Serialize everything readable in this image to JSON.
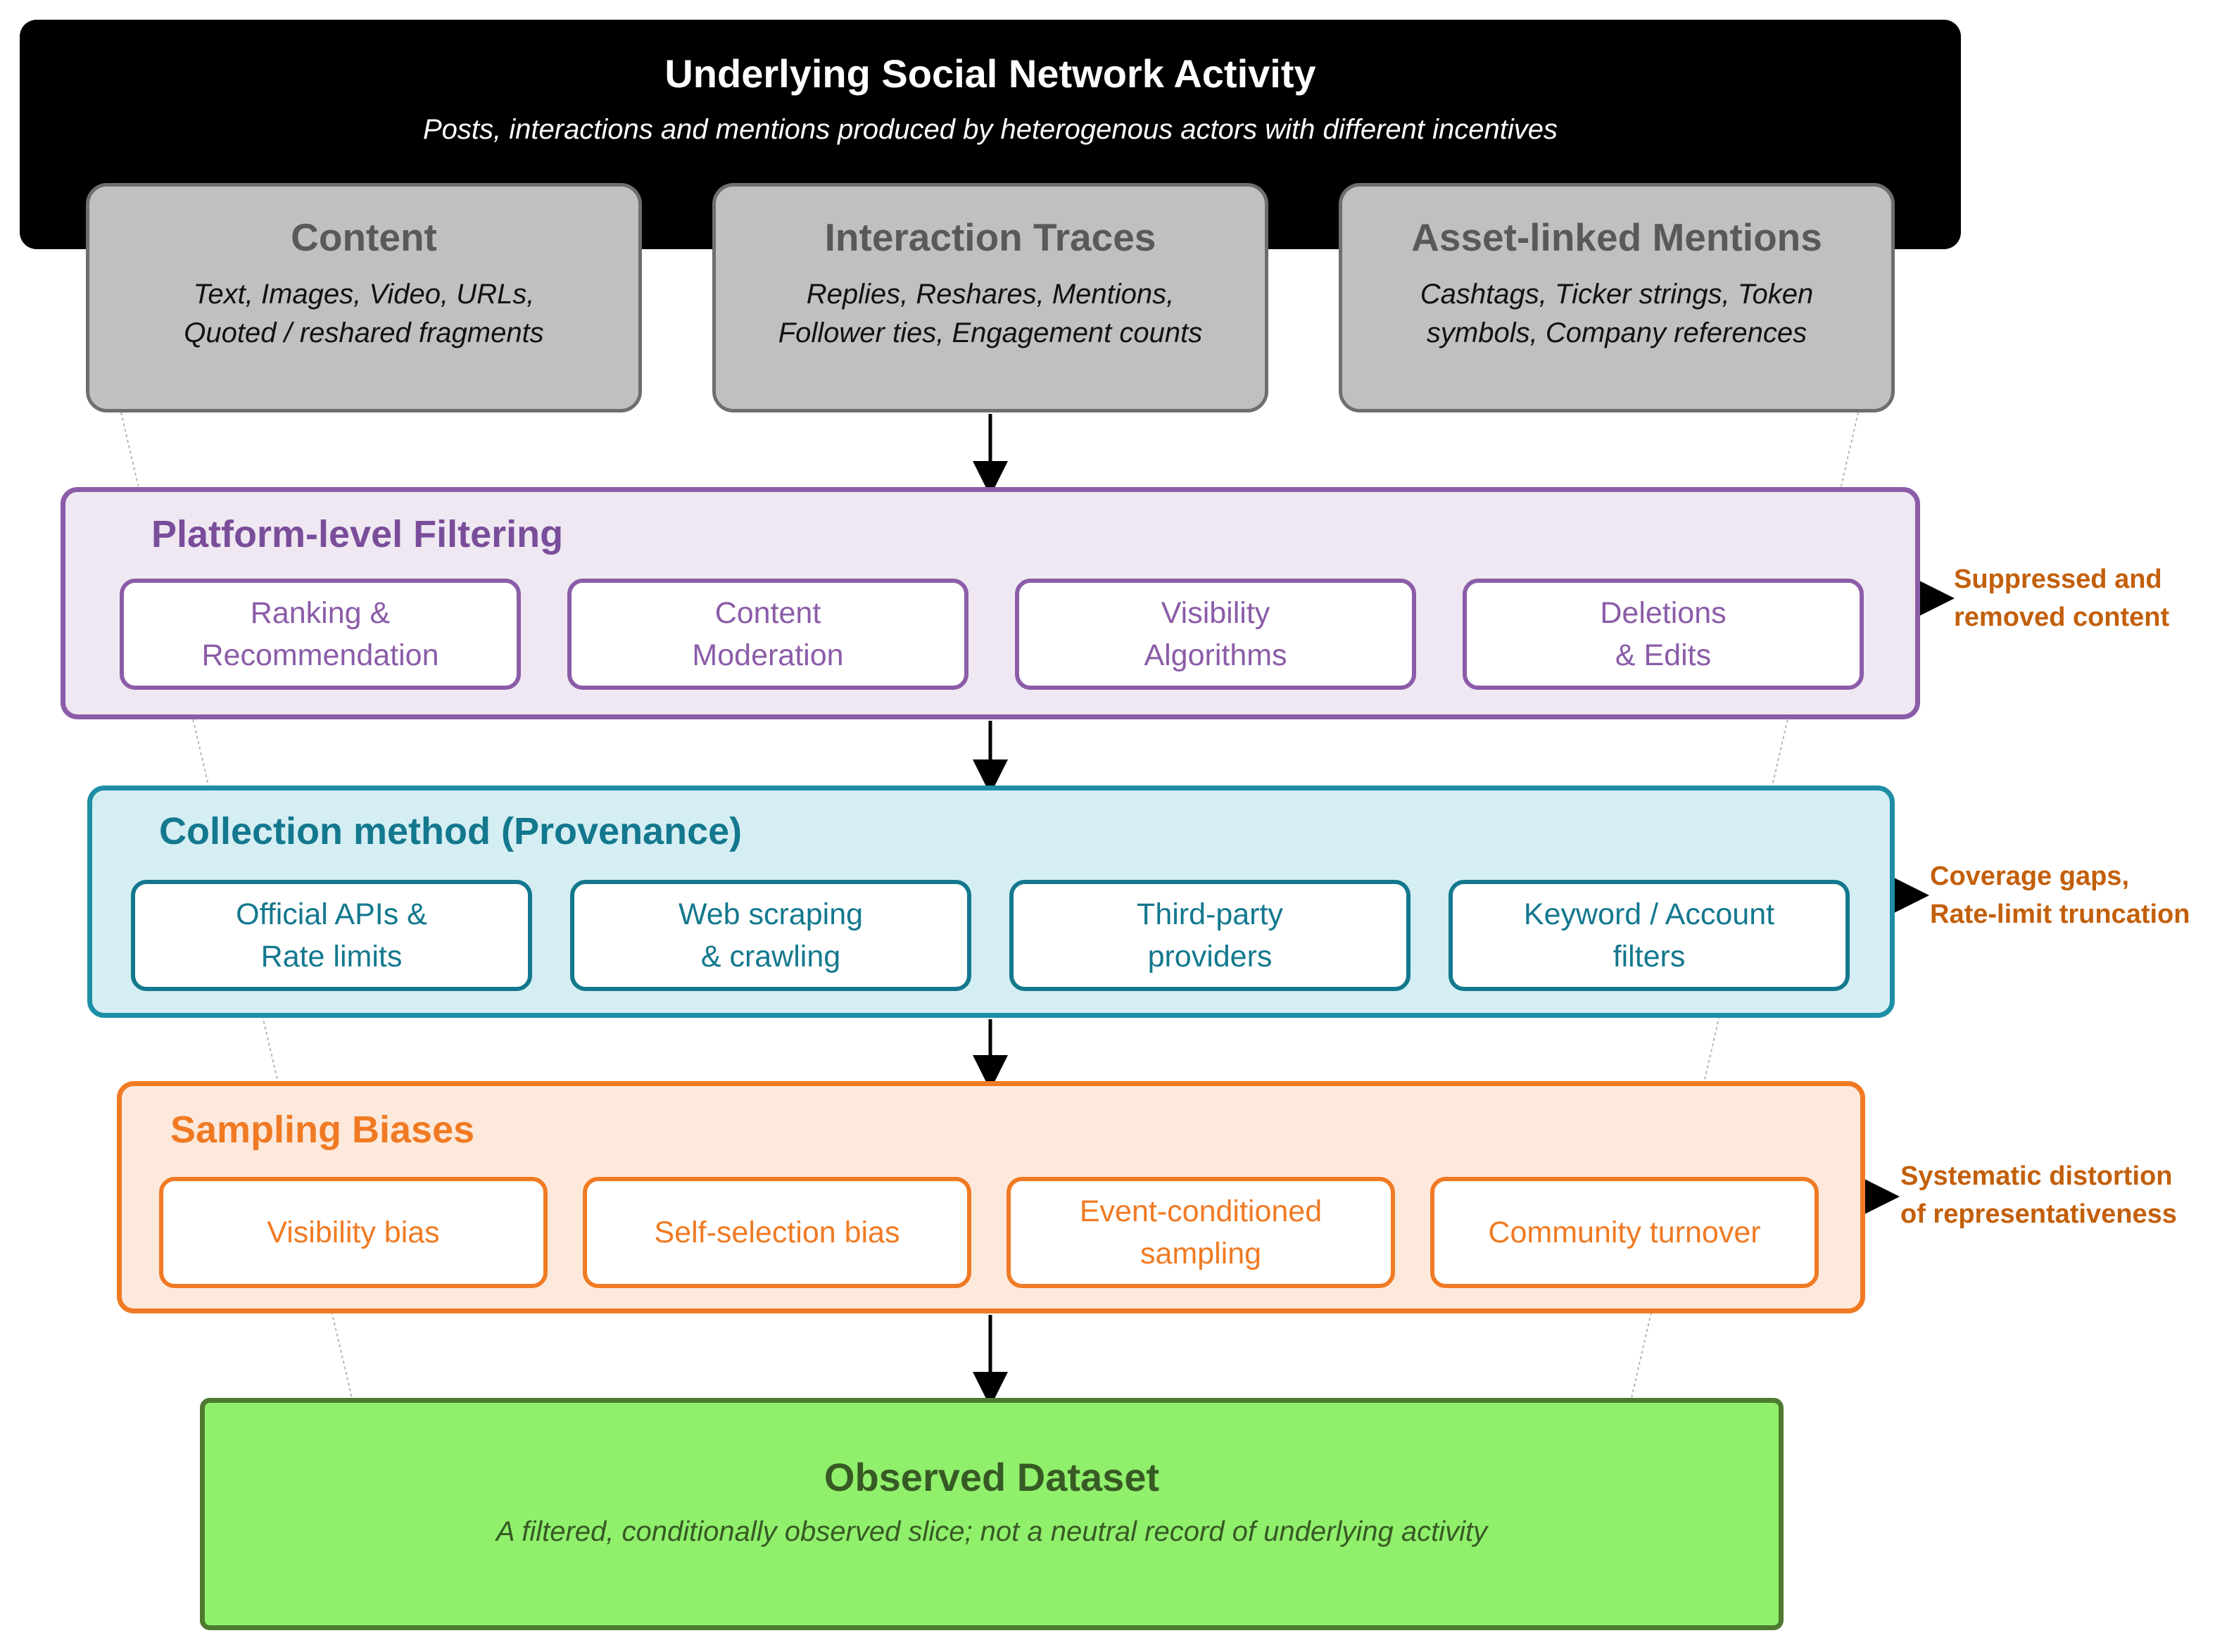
{
  "top": {
    "title": "Underlying Social Network Activity",
    "subtitle": "Posts, interactions and mentions produced by heterogenous actors with different incentives"
  },
  "sources": [
    {
      "title": "Content",
      "line1": "Text, Images, Video, URLs,",
      "line2": "Quoted / reshared fragments"
    },
    {
      "title": "Interaction Traces",
      "line1": "Replies, Reshares, Mentions,",
      "line2": "Follower ties, Engagement counts"
    },
    {
      "title": "Asset-linked Mentions",
      "line1": "Cashtags, Ticker strings, Token",
      "line2": "symbols, Company references"
    }
  ],
  "platform": {
    "title": "Platform-level Filtering",
    "items": [
      {
        "line1": "Ranking &",
        "line2": "Recommendation"
      },
      {
        "line1": "Content",
        "line2": "Moderation"
      },
      {
        "line1": "Visibility",
        "line2": "Algorithms"
      },
      {
        "line1": "Deletions",
        "line2": "& Edits"
      }
    ],
    "note_line1": "Suppressed and",
    "note_line2": "removed content"
  },
  "collection": {
    "title": "Collection method (Provenance)",
    "items": [
      {
        "line1": "Official APIs &",
        "line2": "Rate limits"
      },
      {
        "line1": "Web scraping",
        "line2": "& crawling"
      },
      {
        "line1": "Third-party",
        "line2": "providers"
      },
      {
        "line1": "Keyword / Account",
        "line2": "filters"
      }
    ],
    "note_line1": "Coverage gaps,",
    "note_line2": "Rate-limit truncation"
  },
  "sampling": {
    "title": "Sampling Biases",
    "items": [
      {
        "line1": "Visibility bias",
        "line2": ""
      },
      {
        "line1": "Self-selection bias",
        "line2": ""
      },
      {
        "line1": "Event-conditioned",
        "line2": "sampling"
      },
      {
        "line1": "Community turnover",
        "line2": ""
      }
    ],
    "note_line1": "Systematic distortion",
    "note_line2": "of representativeness"
  },
  "observed": {
    "title": "Observed Dataset",
    "subtitle": "A filtered, conditionally observed slice; not a neutral record of underlying activity"
  }
}
